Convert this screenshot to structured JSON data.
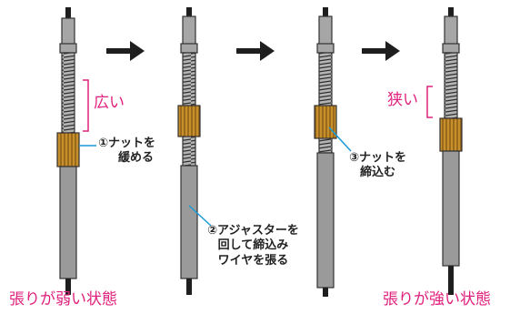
{
  "colors": {
    "accent_pink": "#e0217d",
    "pointer_blue": "#1a9ad6",
    "nut_gold": "#c8902c",
    "cable_black": "#1e1e1e",
    "adjuster_gray": "#9a9a9a",
    "text_dark": "#222222"
  },
  "labels": {
    "state_weak": "張りが弱い状態",
    "state_strong": "張りが強い状態",
    "gap_wide": "広い",
    "gap_narrow": "狭い"
  },
  "steps": [
    {
      "number": "①",
      "lines": [
        "ナットを",
        "緩める"
      ]
    },
    {
      "number": "②",
      "lines": [
        "アジャスターを",
        "回して締込み",
        "ワイヤを張る"
      ]
    },
    {
      "number": "③",
      "lines": [
        "ナットを",
        "締込む"
      ]
    }
  ],
  "arrows": [
    {
      "name": "arrow-stage-1-to-2"
    },
    {
      "name": "arrow-stage-2-to-3"
    },
    {
      "name": "arrow-stage-3-to-4"
    }
  ],
  "stages": [
    {
      "id": "stage-1",
      "state": "initial-tension-weak"
    },
    {
      "id": "stage-2",
      "state": "nut-loosened-adjuster-turned"
    },
    {
      "id": "stage-3",
      "state": "nut-tightened"
    },
    {
      "id": "stage-4",
      "state": "final-tension-strong"
    }
  ]
}
